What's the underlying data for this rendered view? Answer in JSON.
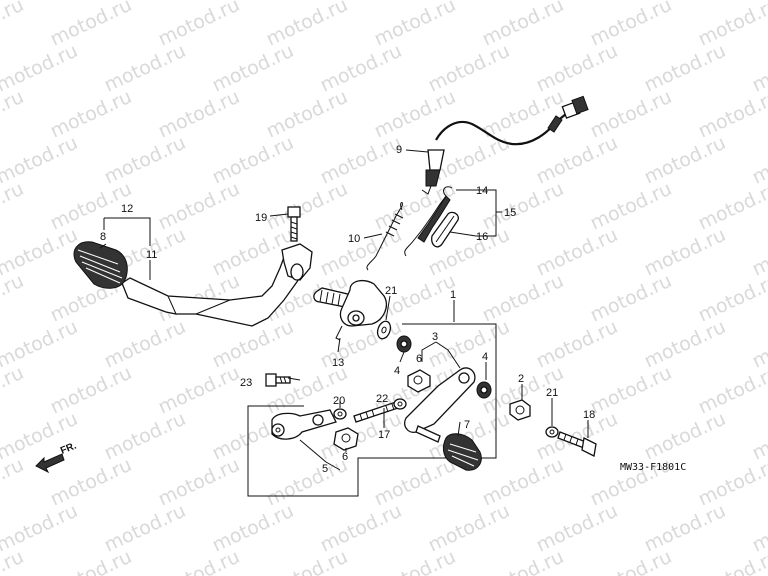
{
  "watermark": {
    "text": "motod.ru"
  },
  "diagram_code": "MW33-F1801C",
  "front_marker": "FR.",
  "callouts": {
    "p1": "1",
    "p2": "2",
    "p3": "3",
    "p4a": "4",
    "p4b": "4",
    "p5": "5",
    "p6a": "6",
    "p6b": "6",
    "p7": "7",
    "p8": "8",
    "p9": "9",
    "p10": "10",
    "p11": "11",
    "p12": "12",
    "p13": "13",
    "p14": "14",
    "p15": "15",
    "p16": "16",
    "p17": "17",
    "p18": "18",
    "p19": "19",
    "p20": "20",
    "p21a": "21",
    "p21b": "21",
    "p22": "22",
    "p23": "23"
  }
}
